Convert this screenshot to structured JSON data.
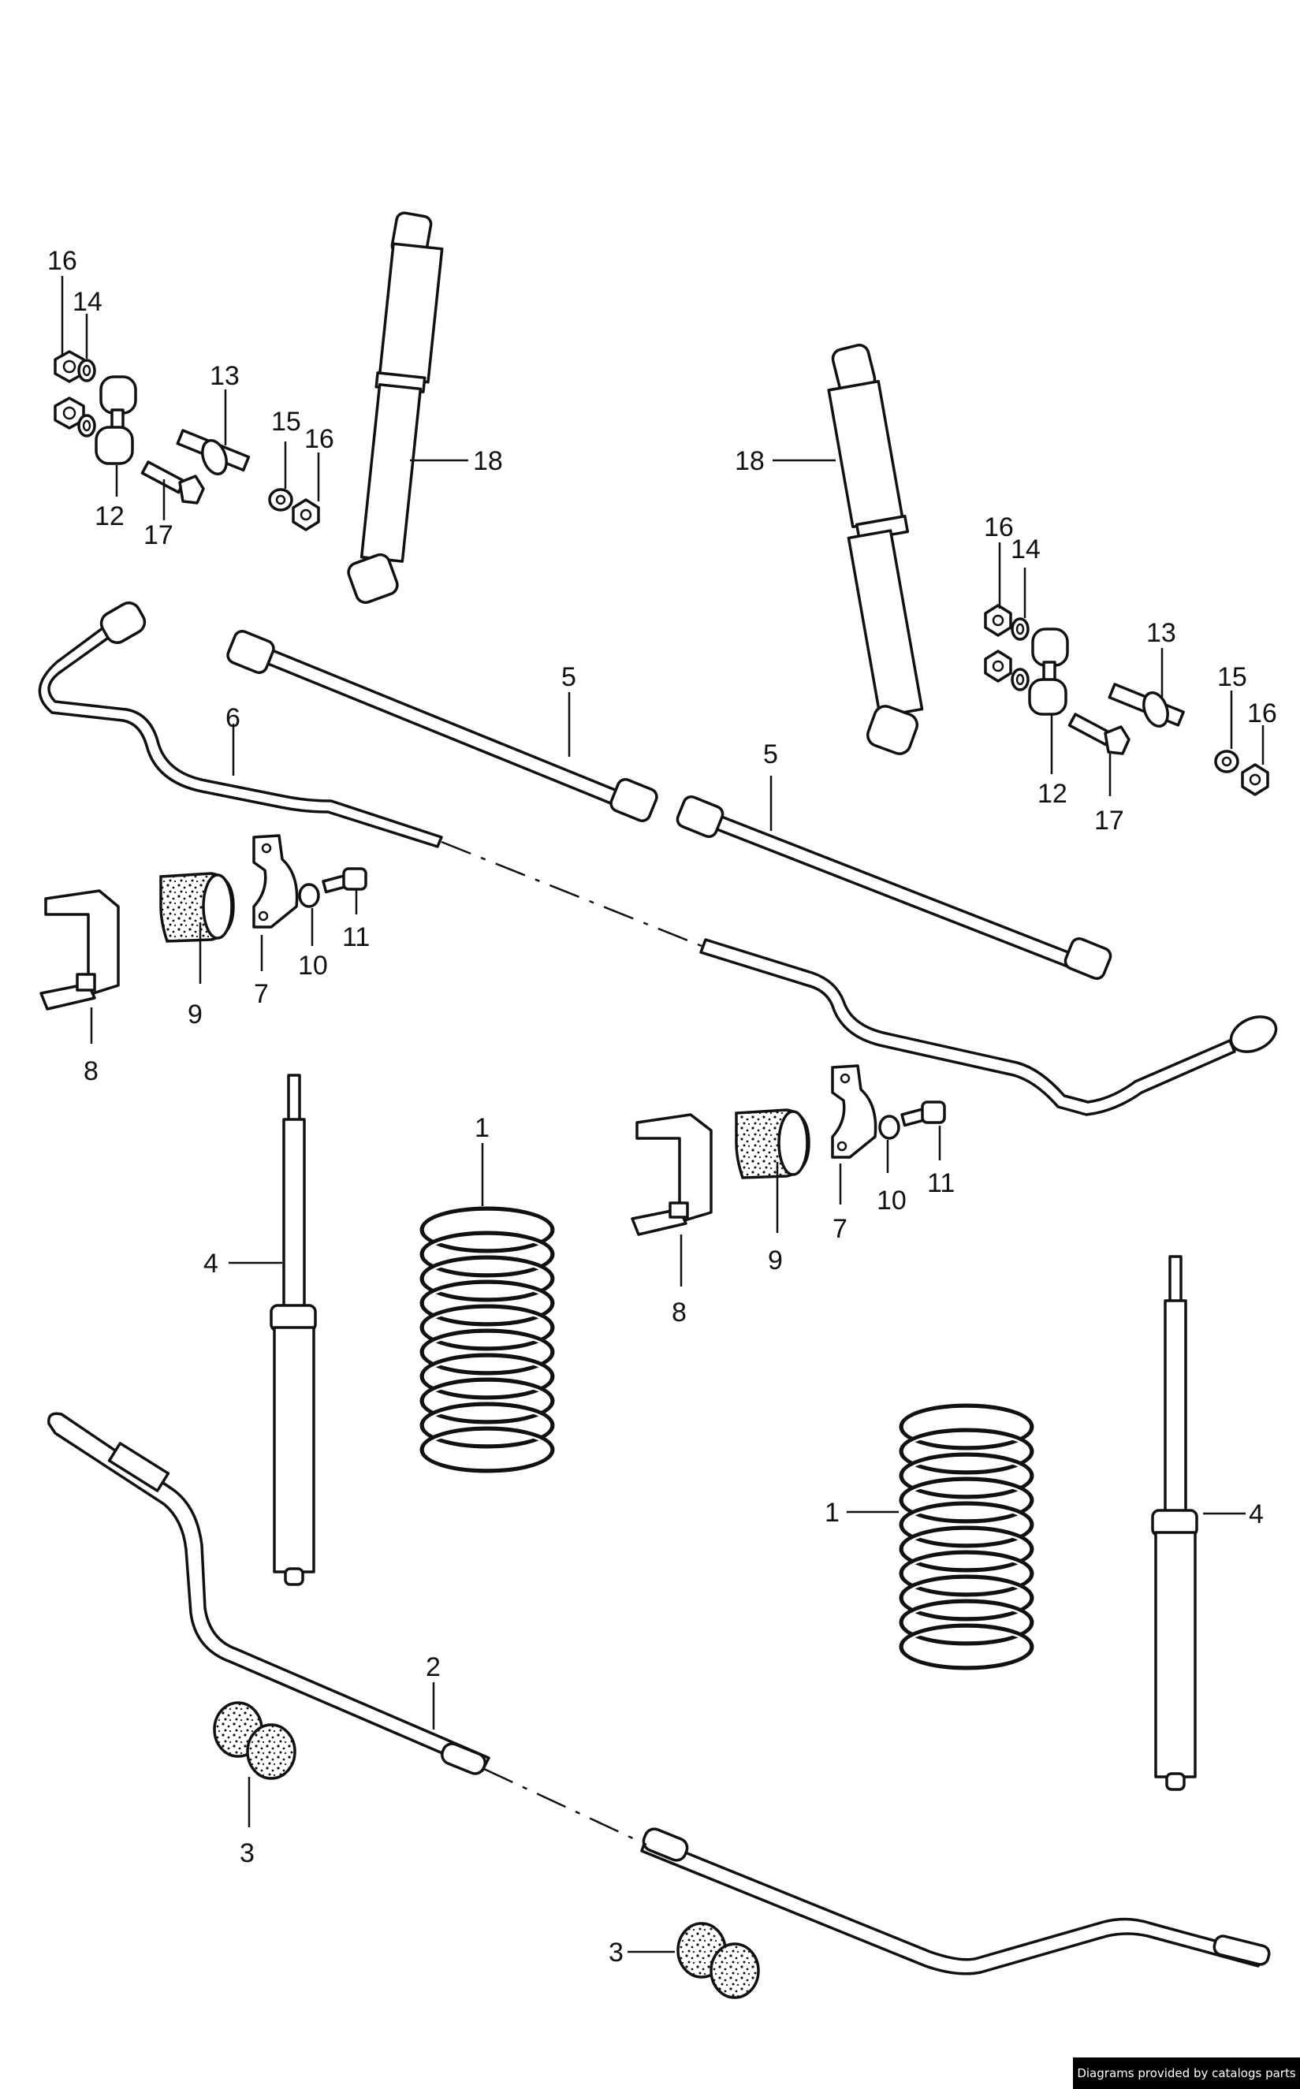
{
  "callouts": {
    "c1": "1",
    "c2": "2",
    "c3": "3",
    "c4": "4",
    "c5": "5",
    "c6": "6",
    "c7": "7",
    "c8": "8",
    "c9": "9",
    "c10": "10",
    "c11": "11",
    "c12": "12",
    "c13": "13",
    "c14": "14",
    "c15": "15",
    "c16": "16",
    "c17": "17",
    "c18": "18"
  },
  "credit": "Diagrams provided by catalogs parts",
  "colors": {
    "ink": "#111111",
    "paper": "#ffffff",
    "credit_bg": "#000000"
  }
}
